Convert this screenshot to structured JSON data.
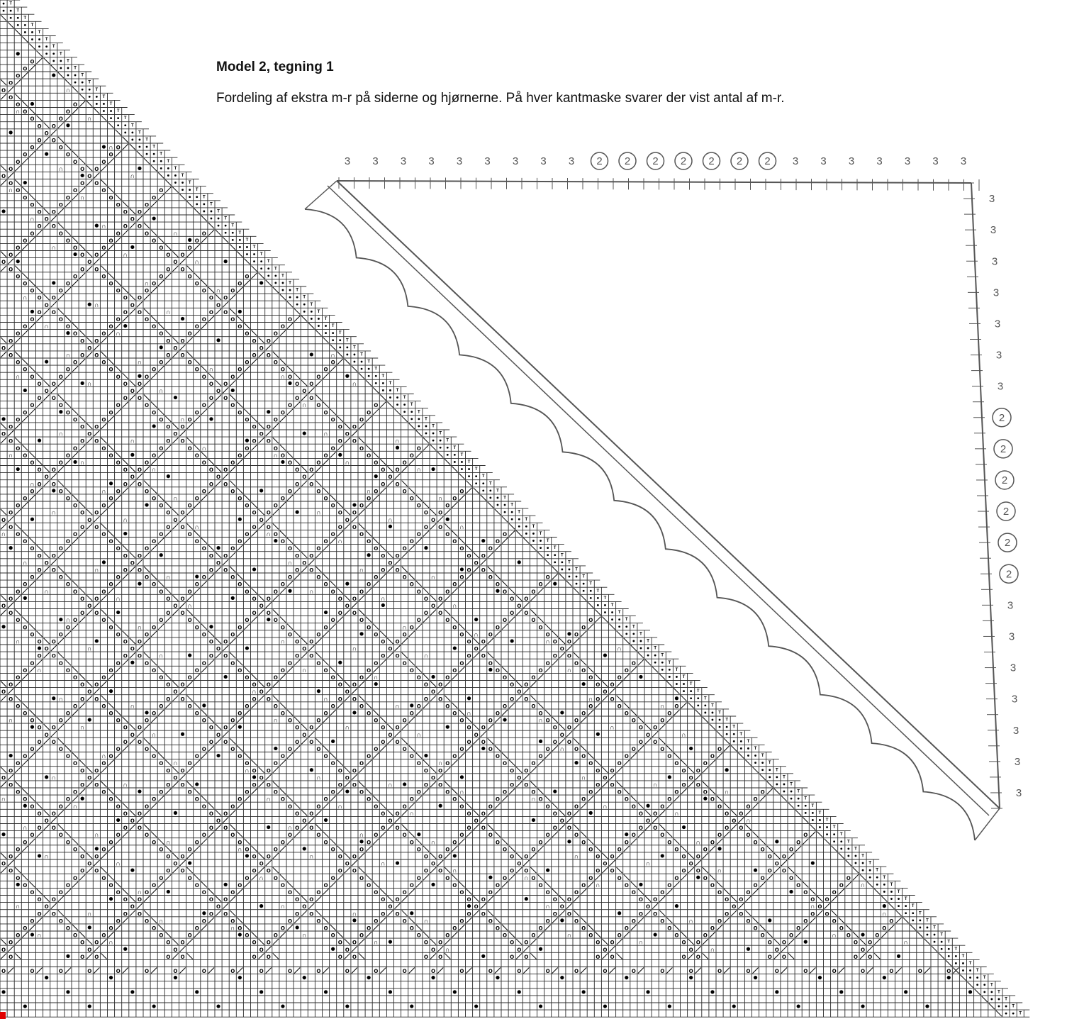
{
  "heading": {
    "title": "Model 2, tegning 1",
    "description": "Fordeling af ekstra m-r på siderne og hjørnerne. På hver kantmaske svarer der vist antal af m-r."
  },
  "colors": {
    "grid_line": "#2b2b2b",
    "symbol": "#000000",
    "sketch_line": "#555555",
    "background": "#ffffff",
    "corner_marker": "#e00000"
  },
  "chart_symbols": [
    "yarn-over-o",
    "knit-together-slash",
    "double-slash",
    "bobble-dot",
    "arch-n",
    "dot-fill",
    "edge-tick"
  ],
  "sketch": {
    "top_edge_counts": [
      "3",
      "3",
      "3",
      "3",
      "3",
      "3",
      "3",
      "3",
      "3",
      "2",
      "2",
      "2",
      "2",
      "2",
      "2",
      "2",
      "3",
      "3",
      "3",
      "3",
      "3",
      "3",
      "3"
    ],
    "side_edge_counts": [
      "3",
      "3",
      "3",
      "3",
      "3",
      "3",
      "3",
      "2",
      "2",
      "2",
      "2",
      "2",
      "2",
      "3",
      "3",
      "3",
      "3",
      "3",
      "3",
      "3"
    ]
  }
}
